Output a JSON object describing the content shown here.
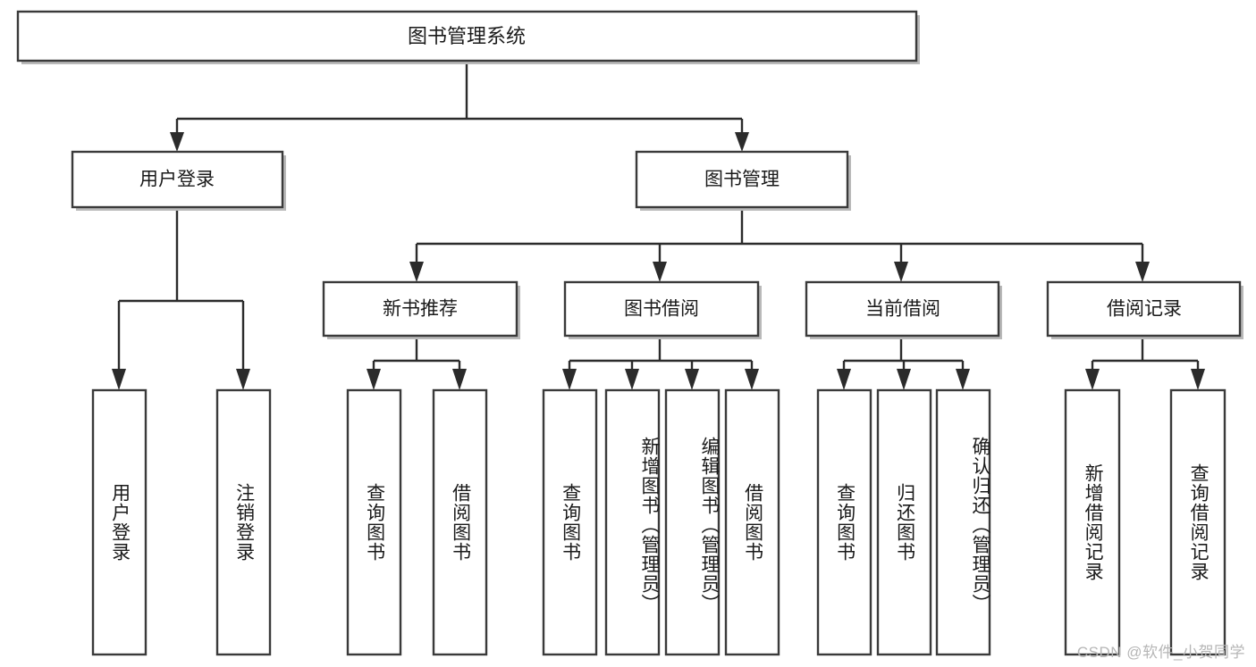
{
  "diagram": {
    "type": "tree-hierarchy-chart",
    "title": "图书管理系统",
    "root": {
      "label": "图书管理系统"
    },
    "level2": [
      {
        "label": "用户登录"
      },
      {
        "label": "图书管理"
      }
    ],
    "level3": [
      {
        "label": "新书推荐"
      },
      {
        "label": "图书借阅"
      },
      {
        "label": "当前借阅"
      },
      {
        "label": "借阅记录"
      }
    ],
    "leaves": {
      "user_login": [
        {
          "label": "用户登录"
        },
        {
          "label": "注销登录"
        }
      ],
      "new_book_recommend": [
        {
          "label": "查询图书"
        },
        {
          "label": "借阅图书"
        }
      ],
      "book_borrow": [
        {
          "label": "查询图书"
        },
        {
          "label": "新增图书（管理员）"
        },
        {
          "label": "编辑图书（管理员）"
        },
        {
          "label": "借阅图书"
        }
      ],
      "current_borrow": [
        {
          "label": "查询图书"
        },
        {
          "label": "归还图书"
        },
        {
          "label": "确认归还（管理员）"
        }
      ],
      "borrow_record": [
        {
          "label": "新增借阅记录"
        },
        {
          "label": "查询借阅记录"
        }
      ]
    }
  },
  "watermark": {
    "text": "CSDN @软件_小贺同学"
  },
  "colors": {
    "background": "#ffffff",
    "box_fill": "#ffffff",
    "box_stroke": "#3a3a3a",
    "line": "#2b2b2b",
    "text": "#1a1a1a",
    "watermark": "#b6b6b6"
  }
}
